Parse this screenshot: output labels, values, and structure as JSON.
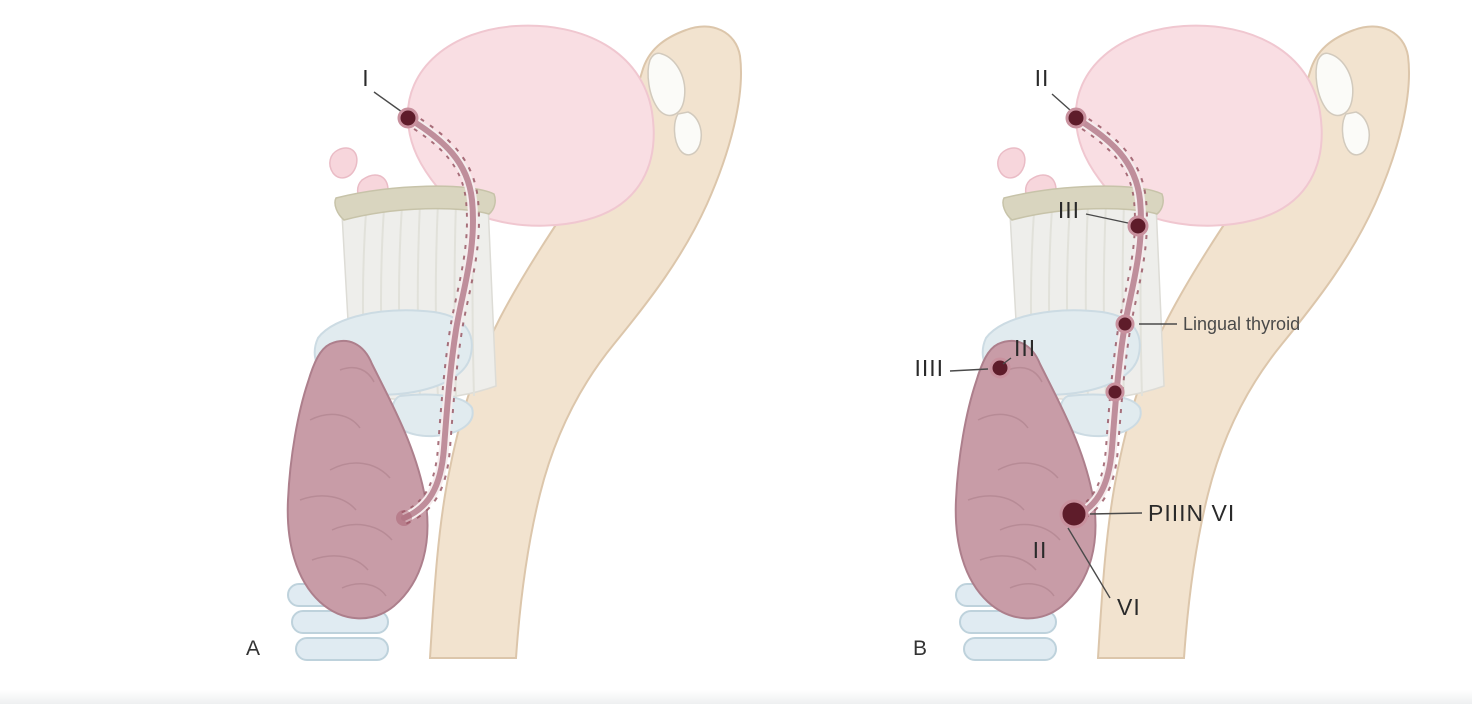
{
  "figure": {
    "background": "#ffffff"
  },
  "colors": {
    "skin": "#f2e3cf",
    "skin_outline": "#dcc6ab",
    "tongue": "#f9dee3",
    "tongue_outline": "#f0c7d0",
    "cartilage_gray": "#eeeeeb",
    "hyoid_bar": "#d9d5bf",
    "larynx_blue": "#e1ebef",
    "thyroid_gland": "#c89ca7",
    "thyroid_outline": "#ad7f8c",
    "trachea_ring": "#e0ebf2",
    "duct": "#bf8e9b",
    "duct_dash": "#9a5966",
    "marker_fill": "#5e1c2a",
    "marker_ring": "#c9919e",
    "label_text": "#2a2a2a",
    "pointer_line": "#4a4a4a"
  },
  "panelA": {
    "letter": "A",
    "labels": {
      "site_I": "I"
    }
  },
  "panelB": {
    "letter": "B",
    "labels": {
      "site_II_top": "II",
      "site_III_upper": "III",
      "lingual_thyroid": "Lingual thyroid",
      "site_IIII": "IIII",
      "site_III_mid": "III",
      "site_PIIIN_VI": "PIIIN VI",
      "site_II_lower": "II",
      "site_VI": "VI"
    }
  }
}
